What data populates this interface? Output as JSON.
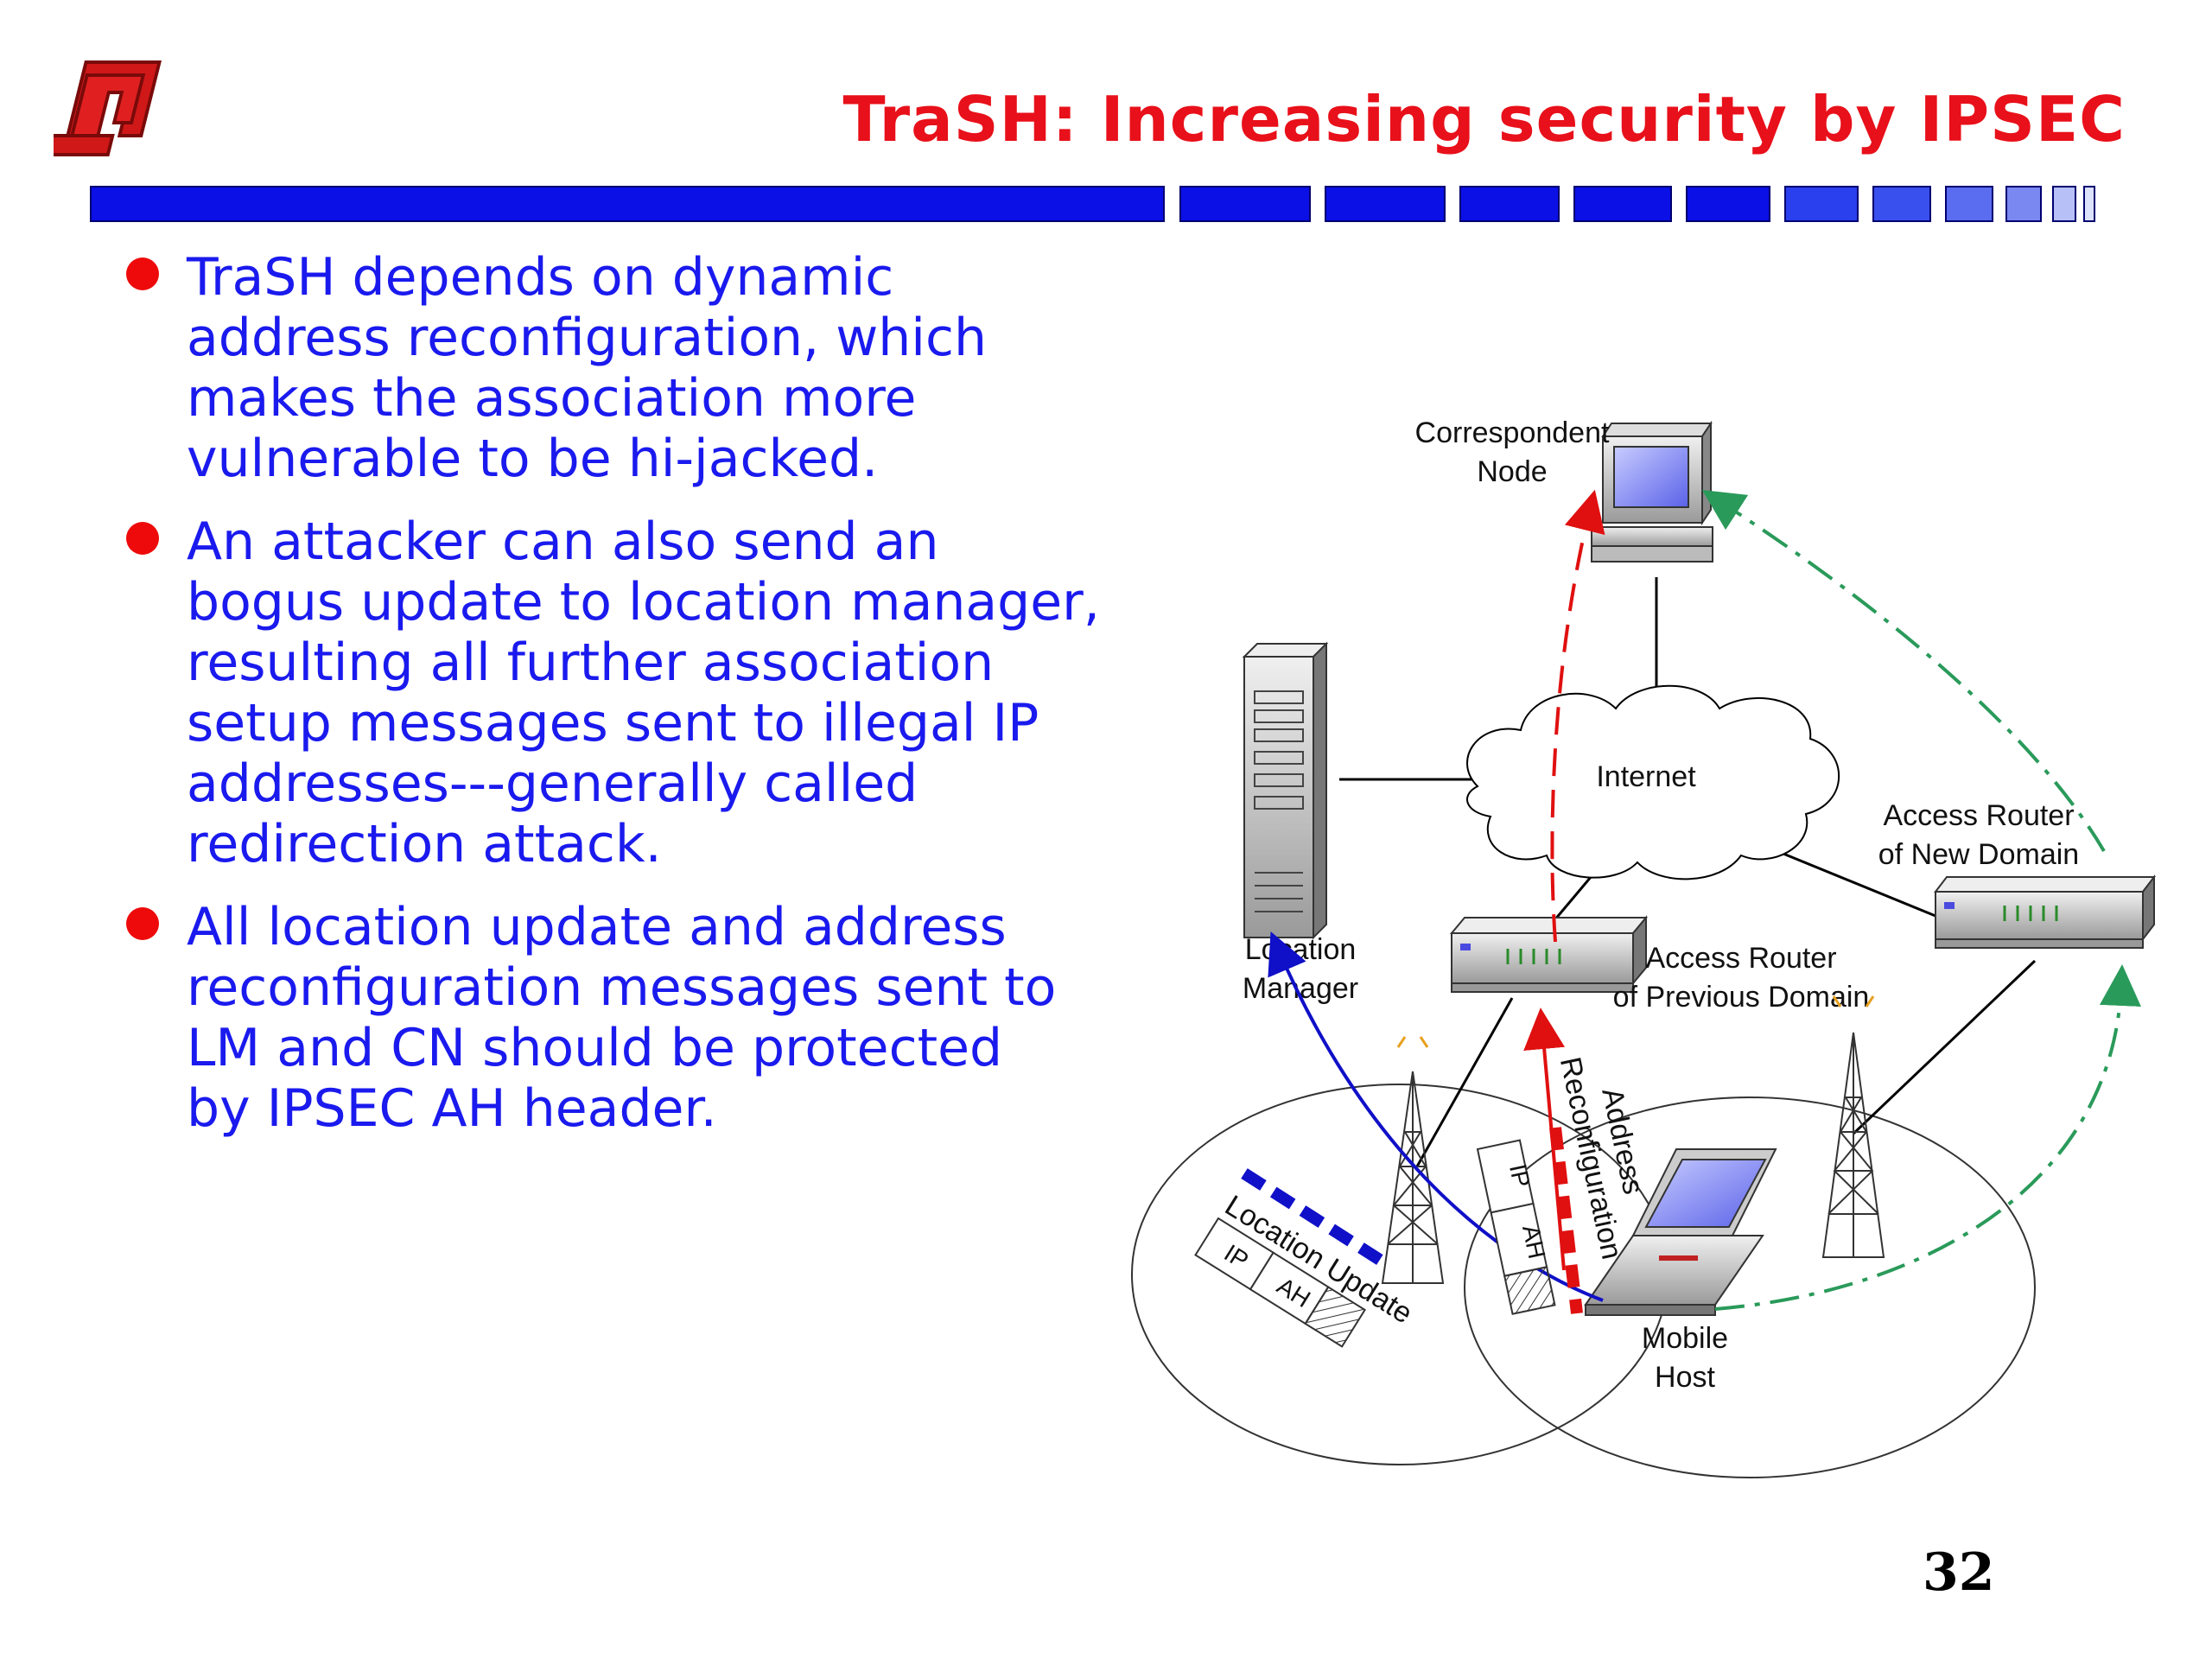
{
  "slide": {
    "title": "TraSH: Increasing security by IPSEC",
    "page_number": "32",
    "colors": {
      "title": "#e8101a",
      "body_text": "#1a1aee",
      "bullet_dot": "#ee0a0a",
      "bar": "#0a10e6"
    }
  },
  "bullets": [
    {
      "lines": [
        "TraSH depends on dynamic",
        "address reconfiguration, which",
        "makes the association more",
        "vulnerable to be hi-jacked."
      ]
    },
    {
      "lines": [
        "An attacker can also send an",
        "bogus update to location manager,",
        "resulting all further association",
        "setup messages sent to illegal IP",
        "addresses---generally called",
        "redirection attack."
      ]
    },
    {
      "lines": [
        "All location update and address",
        "reconfiguration messages sent to",
        "LM and CN should be protected",
        "by IPSEC AH header."
      ]
    }
  ],
  "diagram": {
    "nodes": {
      "correspondent_node": [
        "Correspondent",
        "Node"
      ],
      "internet": "Internet",
      "location_manager": [
        "Location",
        "Manager"
      ],
      "access_router_new": [
        "Access Router",
        "of New Domain"
      ],
      "access_router_prev": [
        "Access Router",
        "of Previous Domain"
      ],
      "mobile_host": [
        "Mobile",
        "Host"
      ]
    },
    "messages": {
      "location_update": "Location Update",
      "address_reconfiguration": [
        "Address",
        "Reconfiguration"
      ]
    },
    "packet_fields": {
      "ip": "IP",
      "ah": "AH"
    },
    "arrow_colors": {
      "location_update": "#1010c8",
      "address_reconfiguration": "#e01010",
      "binding": "#2a9a5a"
    }
  }
}
